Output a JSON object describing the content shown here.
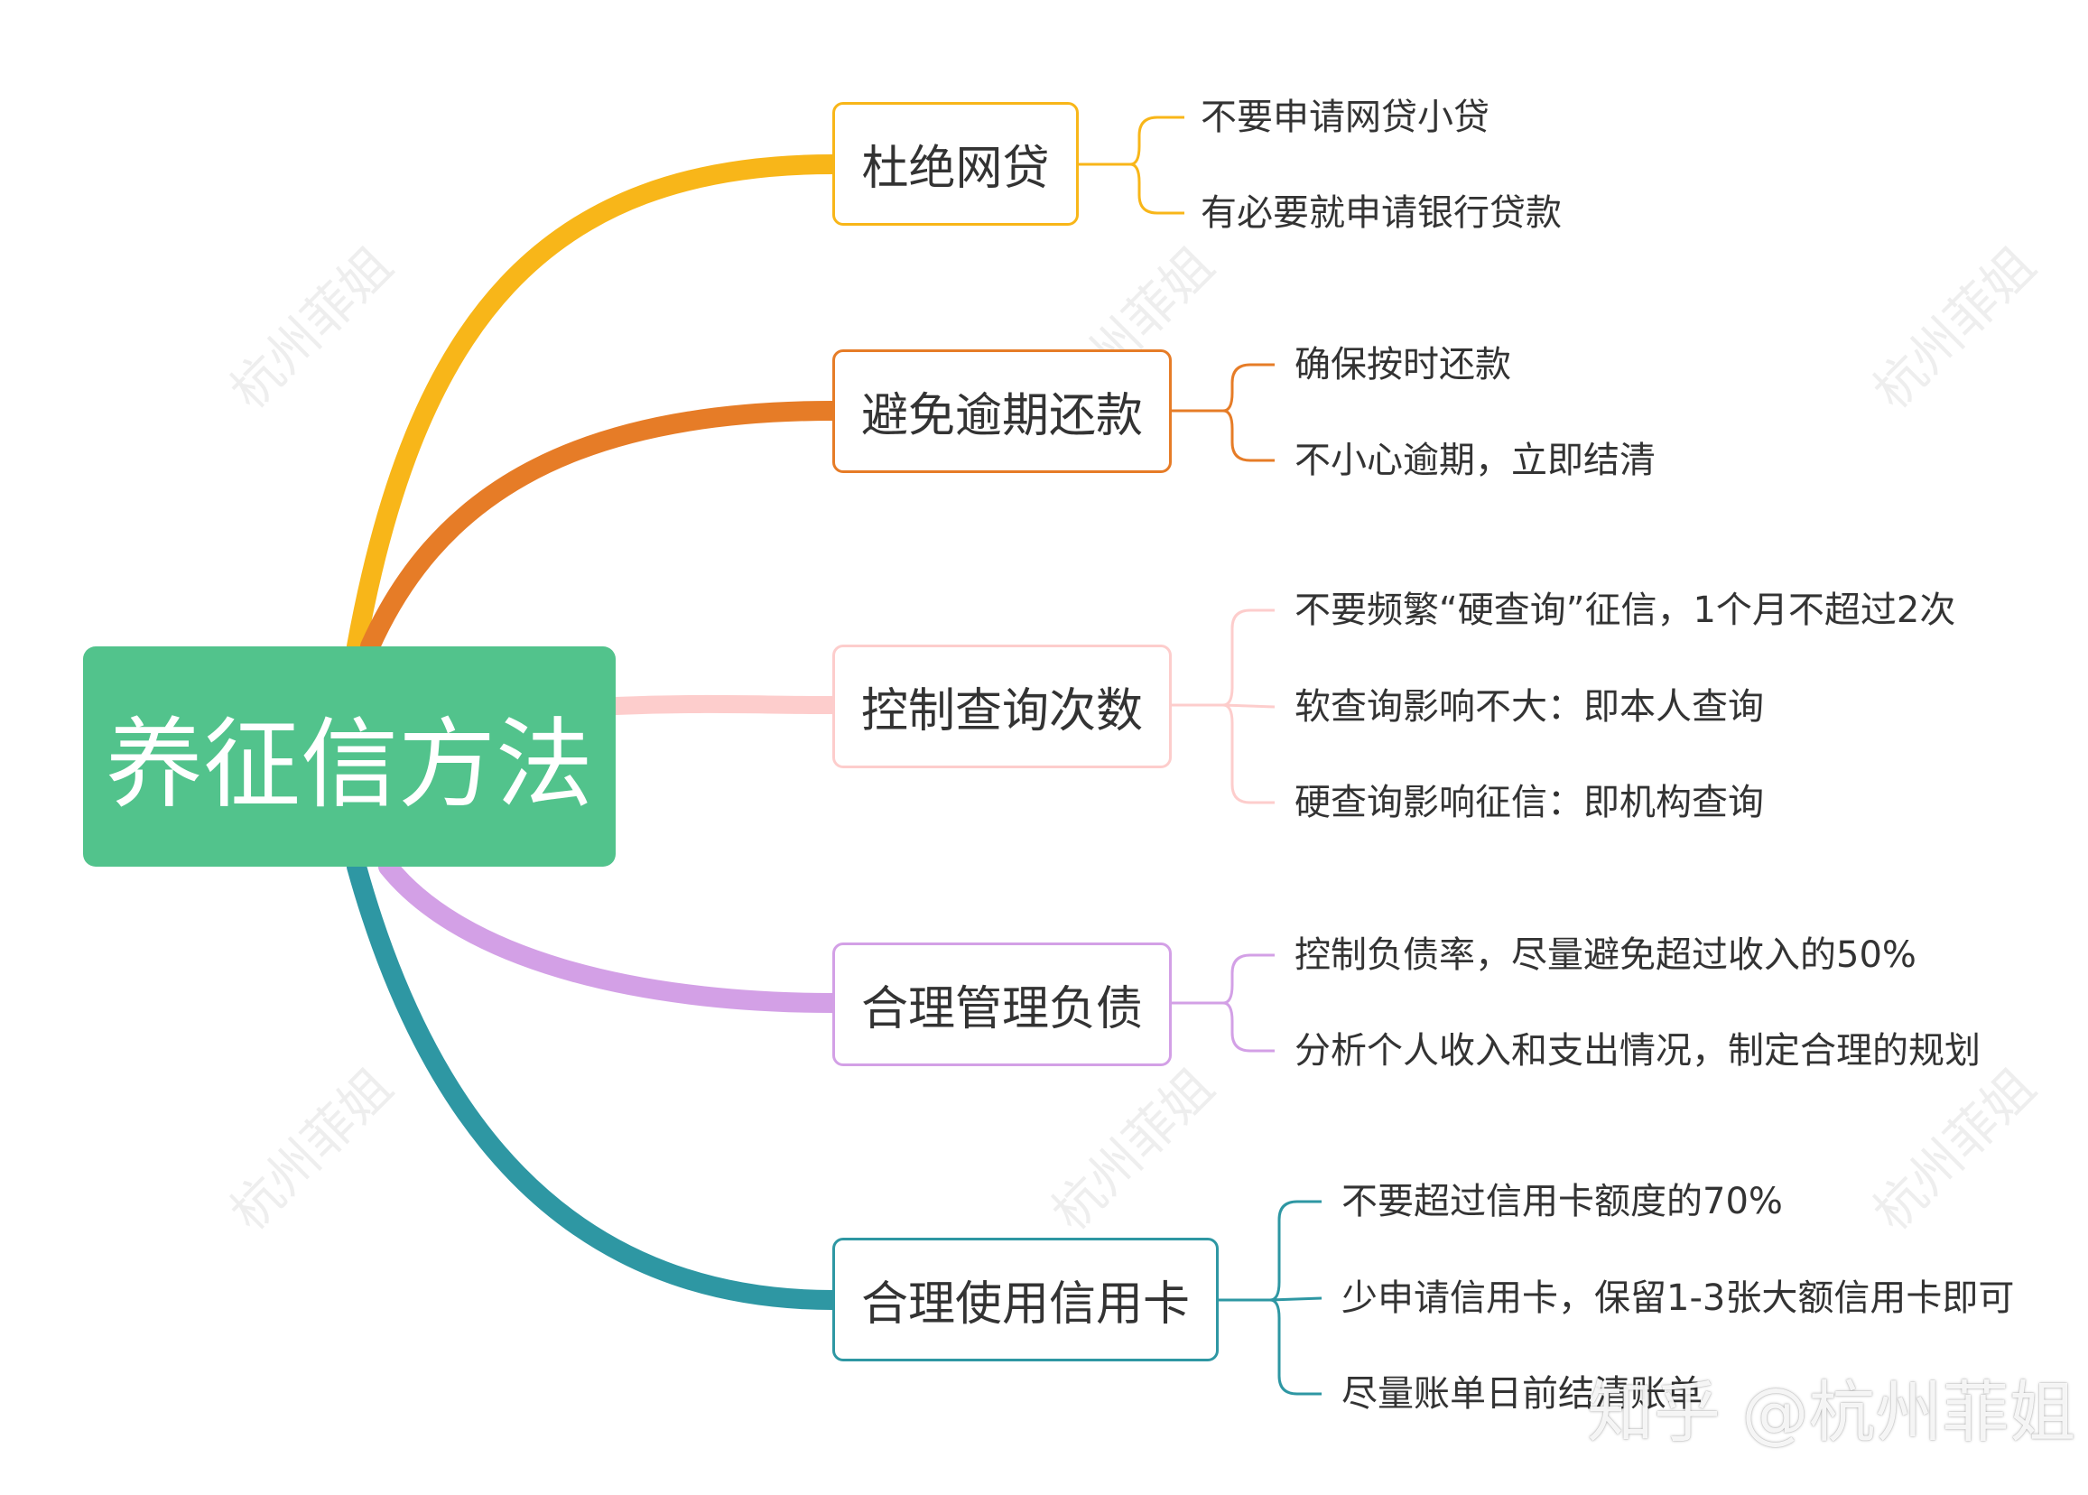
{
  "root": {
    "label": "养征信方法",
    "color": "#52c38c"
  },
  "branches": [
    {
      "label": "杜绝网贷",
      "color": "#f8b619",
      "leaves": [
        "不要申请网贷小贷",
        "有必要就申请银行贷款"
      ]
    },
    {
      "label": "避免逾期还款",
      "color": "#e67c27",
      "leaves": [
        "确保按时还款",
        "不小心逾期，立即结清"
      ]
    },
    {
      "label": "控制查询次数",
      "color": "#fdcdcc",
      "leaves": [
        "不要频繁“硬查询”征信，1个月不超过2次",
        "软查询影响不大：即本人查询",
        "硬查询影响征信：即机构查询"
      ]
    },
    {
      "label": "合理管理负债",
      "color": "#d3a0e6",
      "leaves": [
        "控制负债率，尽量避免超过收入的50%",
        "分析个人收入和支出情况，制定合理的规划"
      ]
    },
    {
      "label": "合理使用信用卡",
      "color": "#2e97a3",
      "leaves": [
        "不要超过信用卡额度的70%",
        "少申请信用卡，保留1-3张大额信用卡即可",
        "尽量账单日前结清账单"
      ]
    }
  ],
  "watermark": {
    "text": "杭州菲姐",
    "brand": "知乎 @杭州菲姐"
  }
}
